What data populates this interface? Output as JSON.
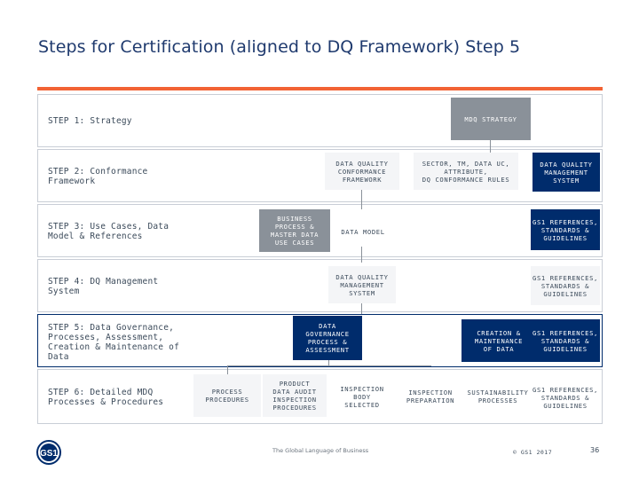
{
  "title": "Steps for Certification (aligned to DQ Framework) Step 5",
  "steps": [
    {
      "label": "STEP 1: Strategy"
    },
    {
      "label": "STEP 2: Conformance\nFramework"
    },
    {
      "label": "STEP 3: Use Cases, Data\nModel & References"
    },
    {
      "label": "STEP 4: DQ Management\nSystem"
    },
    {
      "label": "STEP 5: Data Governance,\nProcesses, Assessment,\nCreation & Maintenance of\nData"
    },
    {
      "label": "STEP 6: Detailed MDQ\nProcesses & Procedures"
    }
  ],
  "boxes": {
    "mdq_strategy": "MDQ STRATEGY",
    "dq_conformance_framework": "DATA QUALITY\nCONFORMANCE\nFRAMEWORK",
    "sector_tm_data_uc": "SECTOR, TM, DATA UC,\nATTRIBUTE,\nDQ CONFORMANCE RULES",
    "dq_management_system_s2": "DATA QUALITY\nMANAGEMENT\nSYSTEM",
    "business_process_master_data": "BUSINESS\nPROCESS &\nMASTER DATA\nUSE CASES",
    "data_model": "DATA MODEL",
    "gs1_references_s3": "GS1 REFERENCES,\nSTANDARDS &\nGUIDELINES",
    "dq_management_system_s4": "DATA QUALITY\nMANAGEMENT\nSYSTEM",
    "gs1_references_s4": "GS1 REFERENCES,\nSTANDARDS &\nGUIDELINES",
    "data_governance": "DATA\nGOVERNANCE\nPROCESS &\nASSESSMENT",
    "creation_maintenance": "CREATION &\nMAINTENANCE\nOF DATA",
    "gs1_references_s5": "GS1 REFERENCES,\nSTANDARDS &\nGUIDELINES",
    "process_procedures": "PROCESS\nPROCEDURES",
    "product_data_audit": "PRODUCT\nDATA AUDIT\nINSPECTION\nPROCEDURES",
    "inspection_body_selected": "INSPECTION\nBODY\nSELECTED",
    "inspection_preparation": "INSPECTION\nPREPARATION",
    "sustainability_processes": "SUSTAINABILITY\nPROCESSES",
    "gs1_references_s6": "GS1 REFERENCES,\nSTANDARDS &\nGUIDELINES"
  },
  "footer": {
    "tagline": "The Global Language of Business",
    "copyright": "© GS1 2017",
    "page_number": "36",
    "logo_text": "GS1"
  },
  "colors": {
    "accent": "#f26334",
    "navy": "#002c6c",
    "grey_box": "#8a9199",
    "title": "#1f3a6e"
  }
}
